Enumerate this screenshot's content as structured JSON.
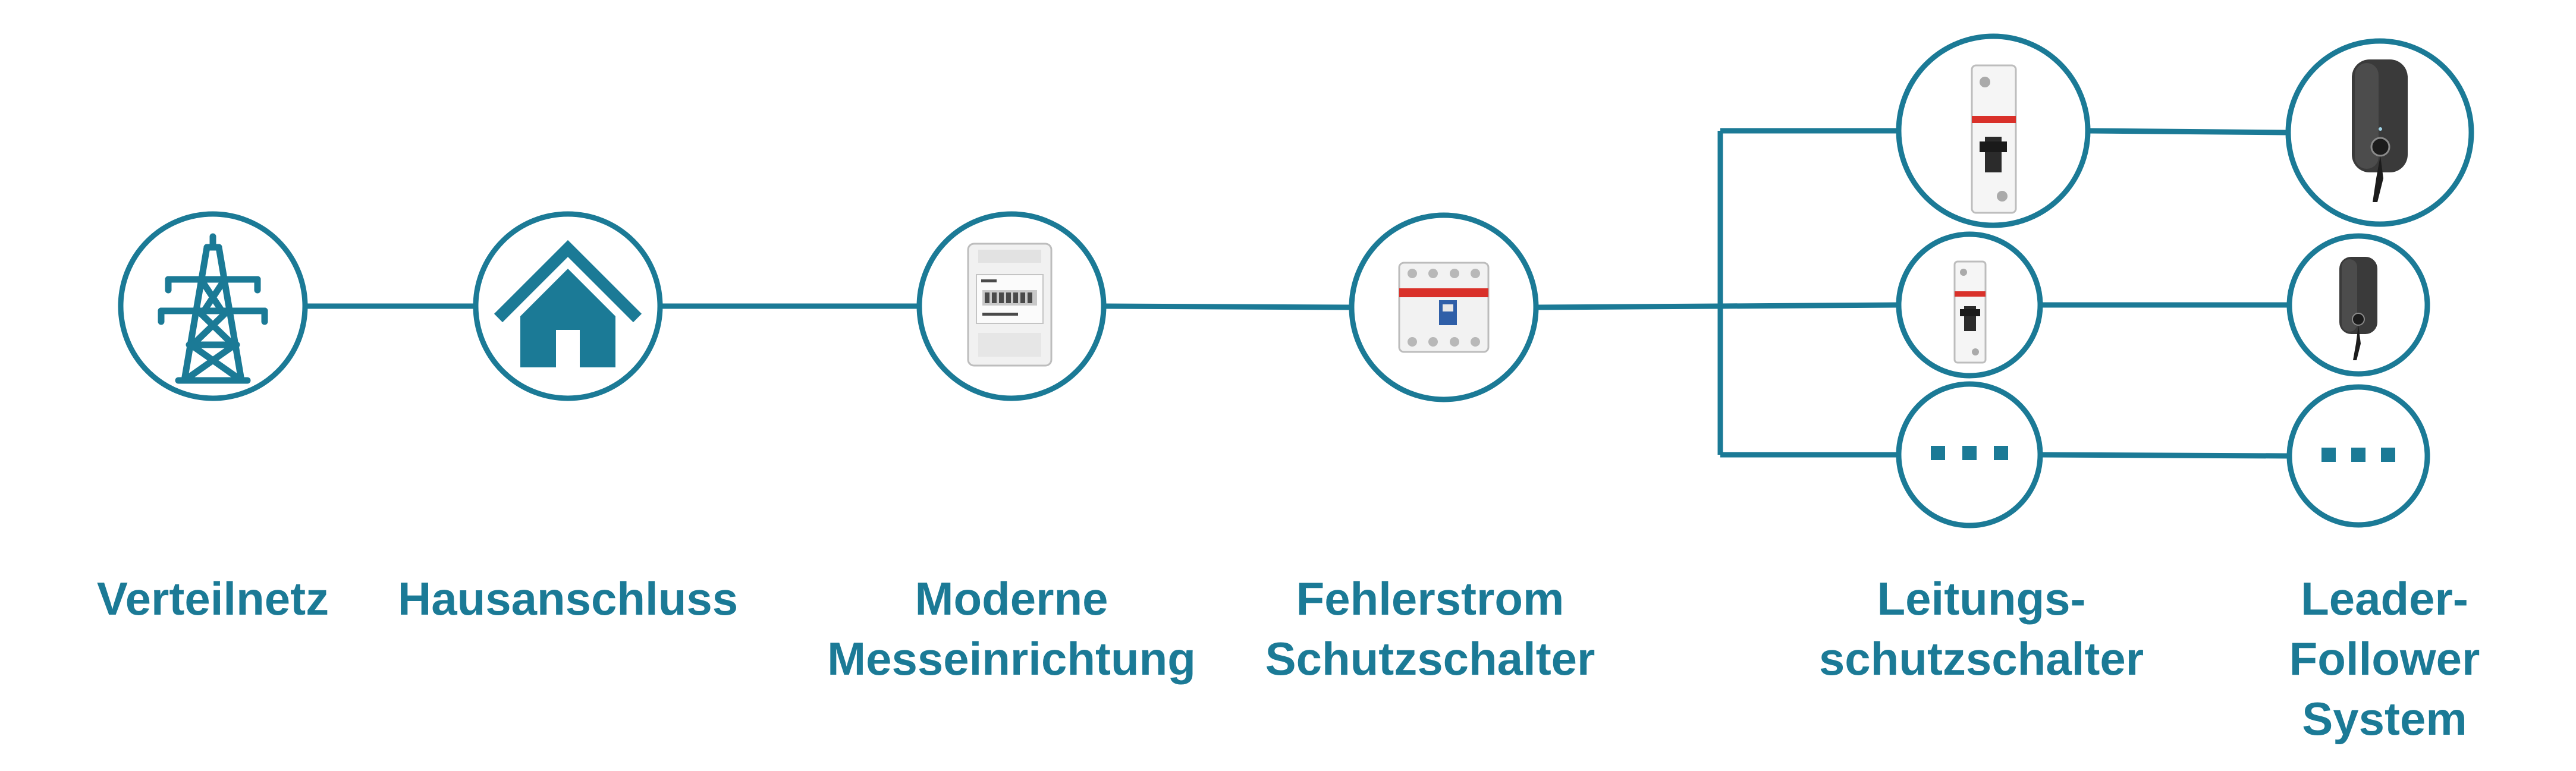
{
  "colors": {
    "primary": "#1b7a96",
    "background": "#ffffff"
  },
  "nodes": {
    "verteilnetz": {
      "icon": "power-pylon-icon",
      "label": [
        "Verteilnetz"
      ]
    },
    "hausanschluss": {
      "icon": "house-icon",
      "label": [
        "Hausanschluss"
      ]
    },
    "messeinrichtung": {
      "icon": "electricity-meter-icon",
      "label": [
        "Moderne",
        "Messeinrichtung"
      ]
    },
    "fehlerstrom": {
      "icon": "residual-current-breaker-icon",
      "label": [
        "Fehlerstrom",
        "Schutzschalter"
      ]
    },
    "leitungsschutz": {
      "icons": [
        "circuit-breaker-icon",
        "circuit-breaker-icon",
        "ellipsis-icon"
      ],
      "label": [
        "Leitungs-",
        "schutzschalter"
      ]
    },
    "leader_follower": {
      "icons": [
        "wallbox-charger-icon",
        "wallbox-charger-icon",
        "ellipsis-icon"
      ],
      "label": [
        "Leader-",
        "Follower",
        "System"
      ]
    }
  }
}
